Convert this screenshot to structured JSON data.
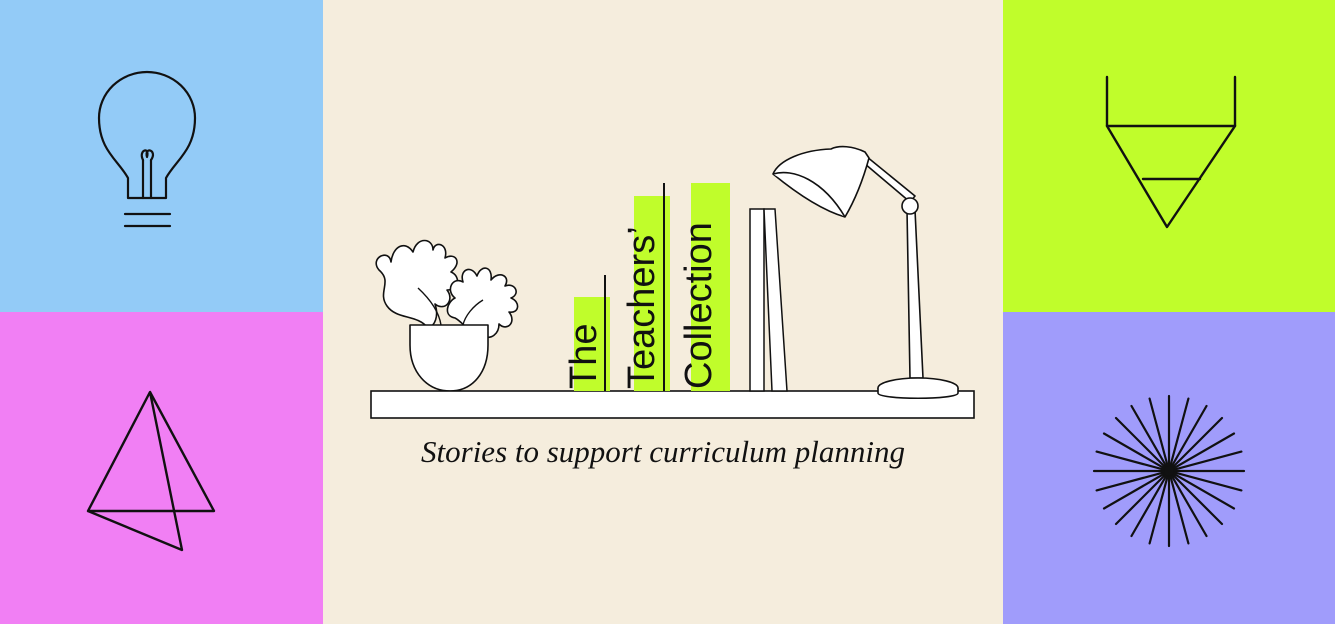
{
  "colors": {
    "top_left_bg": "#93cbf7",
    "bottom_left_bg": "#f17ff4",
    "center_bg": "#f5eddd",
    "top_right_bg": "#c0fd2b",
    "bottom_right_bg": "#a09cfb",
    "accent_green": "#c0fd2b",
    "line": "#111111"
  },
  "icons": {
    "top_left": "lightbulb-icon",
    "bottom_left": "pyramid-icon",
    "top_right": "pencil-tip-icon",
    "bottom_right": "starburst-icon",
    "center": [
      "plant-icon",
      "books-icon",
      "desk-lamp-icon",
      "shelf-icon"
    ]
  },
  "title": {
    "word1": "The",
    "word2": "Teachers’",
    "word3": "Collection"
  },
  "subtitle": "Stories to support curriculum planning"
}
